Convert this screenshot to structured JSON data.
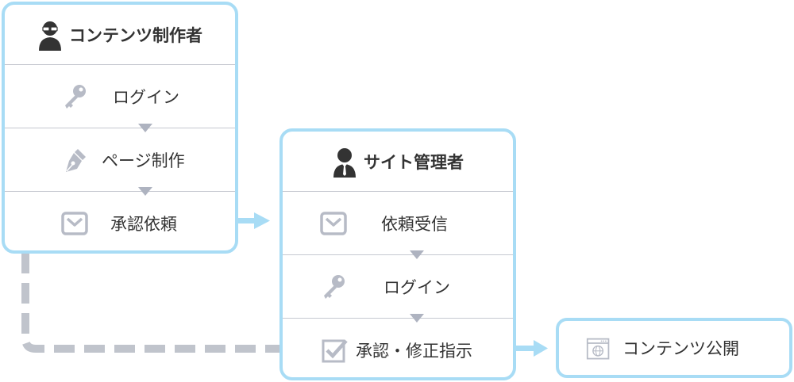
{
  "creator": {
    "title": "コンテンツ制作者",
    "steps": [
      {
        "label": "ログイン",
        "icon": "key-icon"
      },
      {
        "label": "ページ制作",
        "icon": "pen-icon"
      },
      {
        "label": "承認依頼",
        "icon": "mail-icon"
      }
    ]
  },
  "admin": {
    "title": "サイト管理者",
    "steps": [
      {
        "label": "依頼受信",
        "icon": "mail-icon"
      },
      {
        "label": "ログイン",
        "icon": "key-icon"
      },
      {
        "label": "承認・修正指示",
        "icon": "checkbox-icon"
      }
    ]
  },
  "publish": {
    "label": "コンテンツ公開",
    "icon": "browser-icon"
  },
  "colors": {
    "box_border": "#a8dcf5",
    "arrow": "#a8dcf5",
    "feedback_dash": "#c0c4cc",
    "icon_gray": "#b7bbc6",
    "divider": "#c5c8d0"
  }
}
